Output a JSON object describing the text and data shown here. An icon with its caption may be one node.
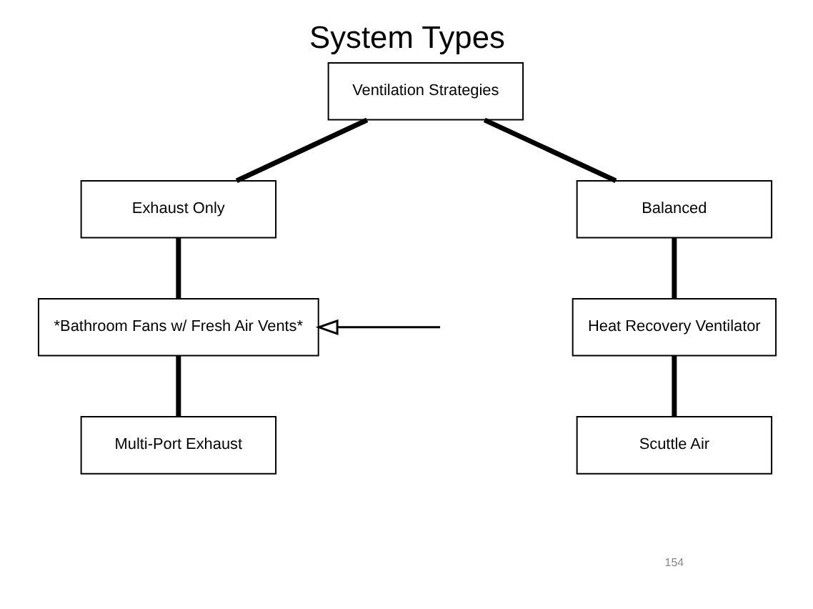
{
  "diagram": {
    "title": "System Types",
    "nodes": [
      {
        "text": [
          "Ventilation Strategies"
        ]
      },
      {
        "text": [
          "Exhaust Only"
        ]
      },
      {
        "text": [
          "Balanced"
        ]
      },
      {
        "text": [
          "*Bathroom Fans w/ Fresh Air Vents*"
        ]
      },
      {
        "text": [
          "Heat Recovery Ventilator"
        ]
      },
      {
        "text": [
          "Multi-Port Exhaust"
        ]
      },
      {
        "text": [
          "Scuttle Air"
        ]
      }
    ],
    "edges": [
      {
        "from": 0,
        "to": 1,
        "arrow": "none"
      },
      {
        "from": 0,
        "to": 2,
        "arrow": "none"
      },
      {
        "from": 1,
        "to": 3,
        "arrow": "none"
      },
      {
        "from": 3,
        "to": 5,
        "arrow": "none"
      },
      {
        "from": 2,
        "to": 4,
        "arrow": "none"
      },
      {
        "from": 4,
        "to": 6,
        "arrow": "none"
      },
      {
        "from": null,
        "to": 3,
        "arrow": "to"
      }
    ],
    "labels": [
      "154"
    ]
  }
}
